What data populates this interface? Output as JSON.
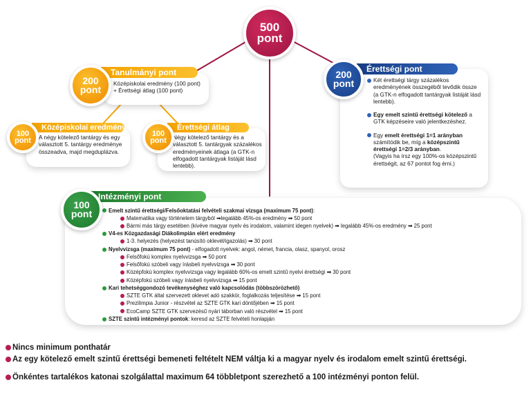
{
  "top": {
    "value": "500",
    "unit": "pont"
  },
  "tanulmanyi": {
    "value": "200",
    "unit": "pont",
    "title": "Tanulmányi pont",
    "line1": "Középiskolai eredmény (100 pont)",
    "line2": "+ Érettségi átlag (100 pont)"
  },
  "kozepiskolai": {
    "value": "100",
    "unit": "pont",
    "title": "Középiskolai eredmény",
    "text": "A négy kötelező tantárgy és egy választott 5. tantárgy eredménye összeadva, majd megduplázva."
  },
  "atlag": {
    "value": "100",
    "unit": "pont",
    "title": "Érettségi átlag",
    "text": "Négy kötelező tantárgy és a választott 5. tantárgyak százalékos eredményeinek átlaga (a GTK-n elfogadott tantárgyak listáját lásd lentebb)."
  },
  "erettsegi": {
    "value": "200",
    "unit": "pont",
    "title": "Érettségi pont",
    "b1": "Két érettségi tárgy százalékos eredményének összegéből tevődik össze (a GTK-n elfogadott tantárgyak listáját lásd lentebb).",
    "b2_bold": "Egy emelt szintű érettségi kötelező",
    "b2_rest": " a GTK képzéseire való jelentkezéshez.",
    "b3_a": "Egy ",
    "b3_bold1": "emelt érettségi 1=1 arányban",
    "b3_b": " számítódik be, míg a ",
    "b3_bold2": "középszintű érettségi 1=2/3 arányban",
    "b3_c": ".",
    "b3_note": "(Vagyis ha írsz egy 100%-os középszintű érettségit, az 67 pontot fog érni.)"
  },
  "intezmenyi": {
    "value": "100",
    "unit": "pont",
    "title": "Intézményi pont",
    "sections": [
      {
        "title": "Emelt szintű érettségi/Felsőoktatási felvételi szakmai vizsga (maximum 75 pont)",
        "suffix": ":",
        "items": [
          "Matematika vagy történelem tárgyból ➡legalább 45%-os eredmény ➡ 50 pont",
          "Bármi más tárgy esetében (kivéve magyar nyelv és irodalom, valamint idegen nyelvek) ➡ legalább 45%-os eredmény ➡ 25 pont"
        ]
      },
      {
        "title": "V4-es Közgazdasági Diákolimpián elért eredmény",
        "suffix": "",
        "items": [
          "1-3. helyezés (helyezést tanúsító oklevél/igazolás) ➡ 30 pont"
        ]
      },
      {
        "title": "Nyelvvizsga (maximum 75 pont)",
        "suffix": " - elfogadott nyelvek: angol, német, francia, olasz, spanyol, orosz",
        "items": [
          "Felsőfokú komplex nyelvvizsga ➡ 50 pont",
          "Felsőfokú szóbeli vagy írásbeli nyelvvizsga ➡ 30 pont",
          "Középfokú komplex nyelvvizsga vagy legalább 60%-os emelt szintű nyelvi érettségi ➡ 30 pont",
          "Középfokú szóbeli vagy írásbeli nyelvvizsga ➡ 15 pont"
        ]
      },
      {
        "title": "Kari tehetséggondozó tevékenységhez való kapcsolódás (többszörözhető)",
        "suffix": "",
        "items": [
          "SZTE GTK által szervezett oklevet adó szakkör, foglalkozás teljesítése ➡ 15 pont",
          "Prezilimpia Junior - részvétel az SZTE GTK kari döntőjében ➡ 15 pont",
          "EcoCamp SZTE GTK szervezésű nyári táborban való részvétel ➡ 15 pont"
        ]
      },
      {
        "title": "SZTE szintű intézményi pontok",
        "suffix": ": keresd az SZTE felvételi honlapján",
        "items": []
      }
    ]
  },
  "footer": [
    "Nincs minimum ponthatár",
    "Az egy kötelező emelt szintű érettségi bemeneti feltételt NEM váltja ki a magyar nyelv és irodalom emelt szintű érettségi.",
    "Önkéntes tartalékos katonai szolgálattal maximum 64 többletpont szerezhető a 100 intézményi ponton felül."
  ],
  "colors": {
    "orange": "#f4a300",
    "blue": "#1e4d9b",
    "green": "#2a8a3a",
    "crimson": "#b0174a"
  }
}
